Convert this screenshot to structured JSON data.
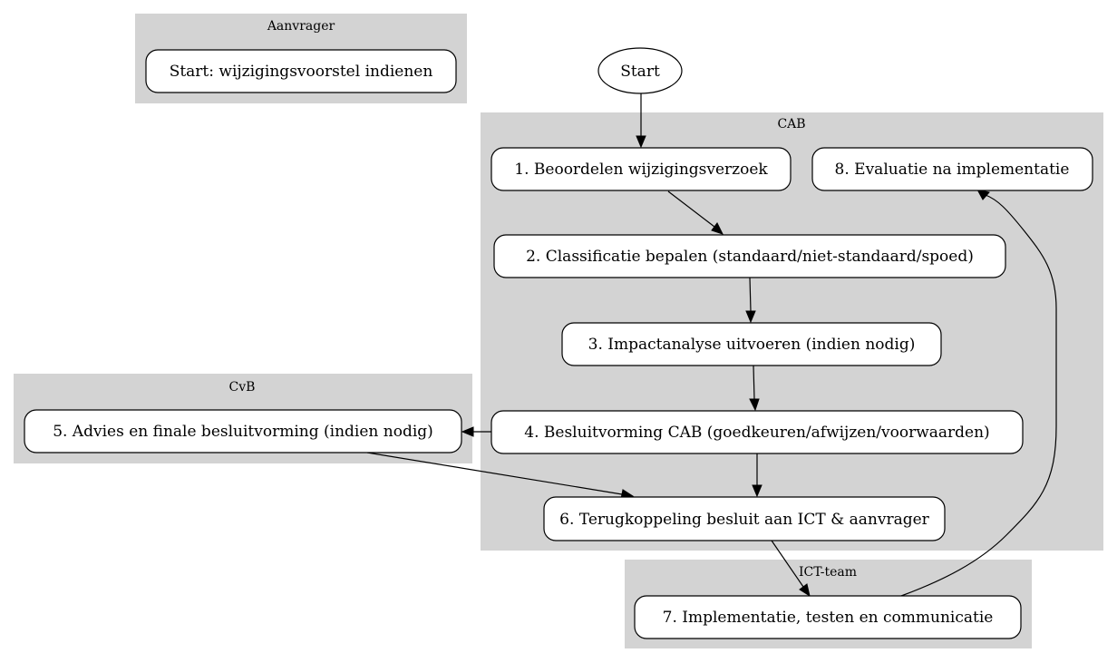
{
  "clusters": {
    "aanvrager": "Aanvrager",
    "cab": "CAB",
    "cvb": "CvB",
    "ict": "ICT-team"
  },
  "nodes": {
    "start_submit": "Start: wijzigingsvoorstel indienen",
    "start": "Start",
    "n1": "1. Beoordelen wijzigingsverzoek",
    "n2": "2. Classificatie bepalen (standaard/niet-standaard/spoed)",
    "n3": "3. Impactanalyse uitvoeren (indien nodig)",
    "n4": "4. Besluitvorming CAB (goedkeuren/afwijzen/voorwaarden)",
    "n5": "5. Advies en finale besluitvorming (indien nodig)",
    "n6": "6. Terugkoppeling besluit aan ICT & aanvrager",
    "n7": "7. Implementatie, testen en communicatie",
    "n8": "8. Evaluatie na implementatie"
  }
}
